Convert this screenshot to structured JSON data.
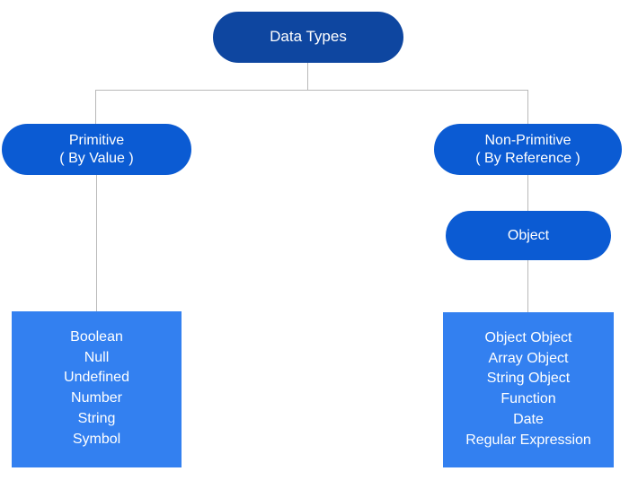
{
  "diagram": {
    "title": "Data Types",
    "background_color": "#ffffff",
    "connector_color": "#b9b9b9",
    "root": {
      "label": "Data Types",
      "color": "#0e46a0"
    },
    "branches": {
      "primitive": {
        "line1": "Primitive",
        "line2": "( By Value )",
        "color": "#0b5bd3"
      },
      "non_primitive": {
        "line1": "Non-Primitive",
        "line2": "( By Reference )",
        "color": "#0b5bd3"
      },
      "object": {
        "label": "Object",
        "color": "#0b5bd3"
      }
    },
    "lists": {
      "primitive_types": {
        "color": "#3380f0",
        "items": [
          "Boolean",
          "Null",
          "Undefined",
          "Number",
          "String",
          "Symbol"
        ]
      },
      "non_primitive_types": {
        "color": "#3380f0",
        "items": [
          "Object Object",
          "Array Object",
          "String Object",
          "Function",
          "Date",
          "Regular Expression"
        ]
      }
    }
  }
}
